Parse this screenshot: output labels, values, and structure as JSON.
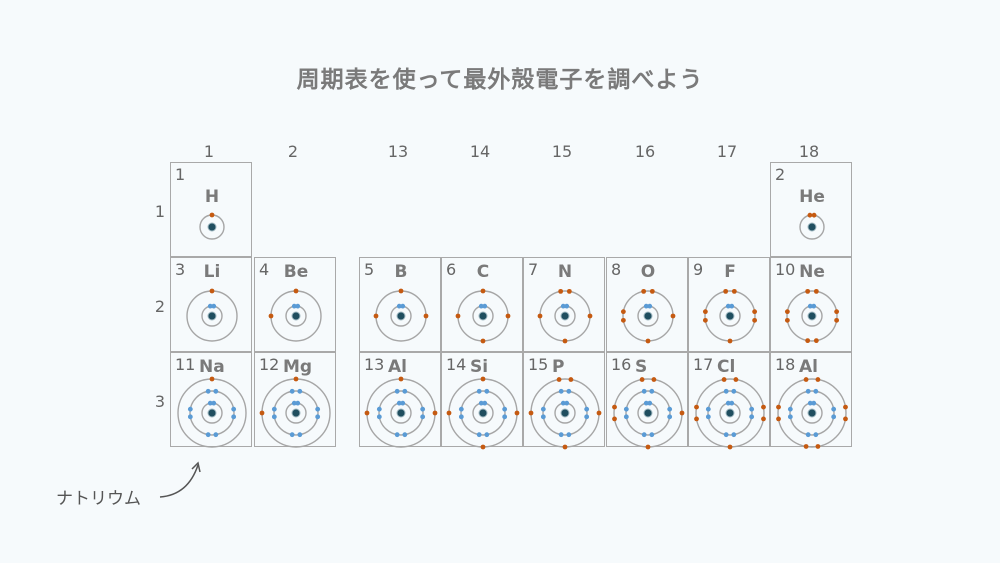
{
  "title": "周期表を使って最外殻電子を調べよう",
  "groups": [
    "1",
    "2",
    "13",
    "14",
    "15",
    "16",
    "17",
    "18"
  ],
  "periods": [
    "1",
    "2",
    "3"
  ],
  "annotation": "ナトリウム",
  "colors": {
    "inner_electron": "#5a9bd5",
    "valence_electron": "#c55a11",
    "nucleus": "#1f4e5f",
    "orbit": "#a6a6a6",
    "border": "#a9a9a9"
  },
  "elements": [
    {
      "number": "1",
      "symbol": "H",
      "group": 1,
      "period": 1,
      "shells": [
        1
      ]
    },
    {
      "number": "2",
      "symbol": "He",
      "group": 18,
      "period": 1,
      "shells": [
        2
      ]
    },
    {
      "number": "3",
      "symbol": "Li",
      "group": 1,
      "period": 2,
      "shells": [
        2,
        1
      ]
    },
    {
      "number": "4",
      "symbol": "Be",
      "group": 2,
      "period": 2,
      "shells": [
        2,
        2
      ]
    },
    {
      "number": "5",
      "symbol": "B",
      "group": 13,
      "period": 2,
      "shells": [
        2,
        3
      ]
    },
    {
      "number": "6",
      "symbol": "C",
      "group": 14,
      "period": 2,
      "shells": [
        2,
        4
      ]
    },
    {
      "number": "7",
      "symbol": "N",
      "group": 15,
      "period": 2,
      "shells": [
        2,
        5
      ]
    },
    {
      "number": "8",
      "symbol": "O",
      "group": 16,
      "period": 2,
      "shells": [
        2,
        6
      ]
    },
    {
      "number": "9",
      "symbol": "F",
      "group": 17,
      "period": 2,
      "shells": [
        2,
        7
      ]
    },
    {
      "number": "10",
      "symbol": "Ne",
      "group": 18,
      "period": 2,
      "shells": [
        2,
        8
      ]
    },
    {
      "number": "11",
      "symbol": "Na",
      "group": 1,
      "period": 3,
      "shells": [
        2,
        8,
        1
      ]
    },
    {
      "number": "12",
      "symbol": "Mg",
      "group": 2,
      "period": 3,
      "shells": [
        2,
        8,
        2
      ]
    },
    {
      "number": "13",
      "symbol": "Al",
      "group": 13,
      "period": 3,
      "shells": [
        2,
        8,
        3
      ]
    },
    {
      "number": "14",
      "symbol": "Si",
      "group": 14,
      "period": 3,
      "shells": [
        2,
        8,
        4
      ]
    },
    {
      "number": "15",
      "symbol": "P",
      "group": 15,
      "period": 3,
      "shells": [
        2,
        8,
        5
      ]
    },
    {
      "number": "16",
      "symbol": "S",
      "group": 16,
      "period": 3,
      "shells": [
        2,
        8,
        6
      ]
    },
    {
      "number": "17",
      "symbol": "Cl",
      "group": 17,
      "period": 3,
      "shells": [
        2,
        8,
        7
      ]
    },
    {
      "number": "18",
      "symbol": "Al",
      "group": 18,
      "period": 3,
      "shells": [
        2,
        8,
        8
      ]
    }
  ]
}
